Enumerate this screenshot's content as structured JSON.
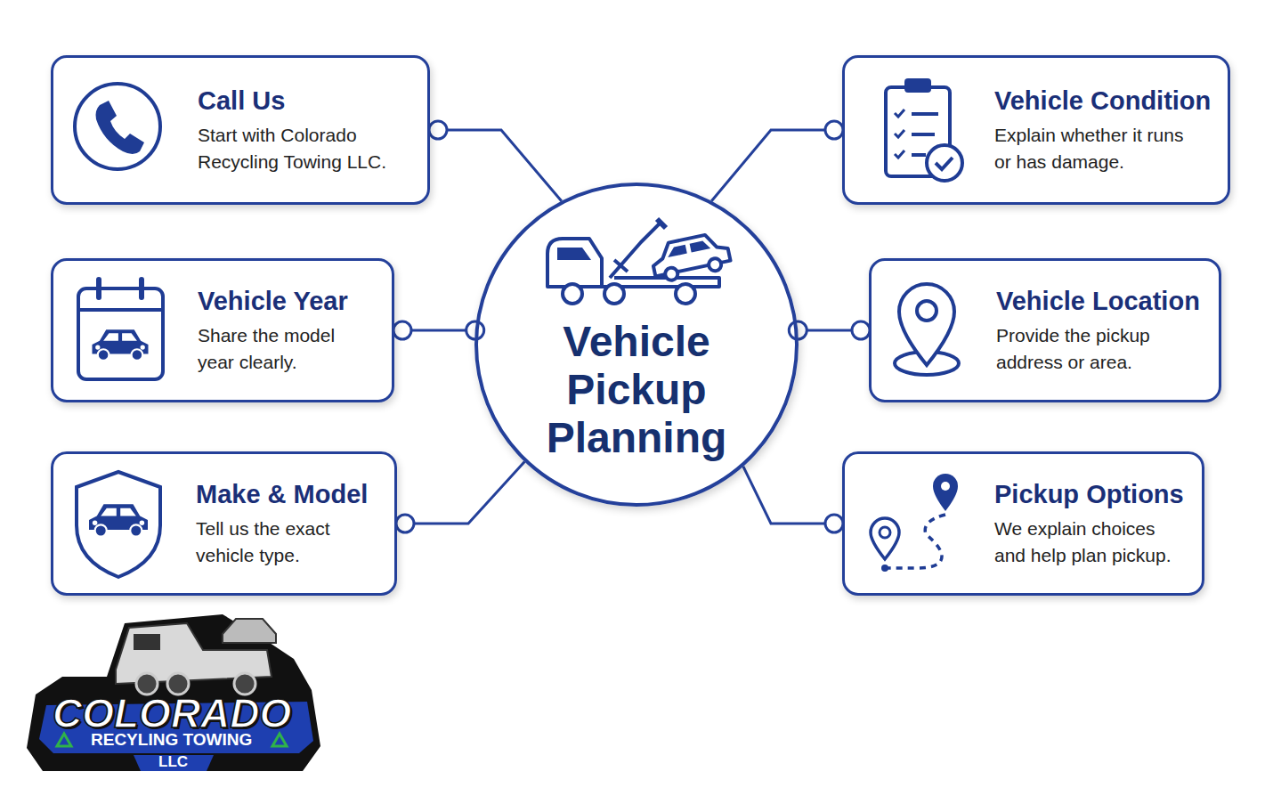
{
  "diagram": {
    "nodes": [
      {
        "text": [
          "Call Us",
          "Start with Colorado Recycling Towing LLC."
        ]
      },
      {
        "text": [
          "Vehicle Condition",
          "Explain whether it runs or has damage."
        ]
      },
      {
        "text": [
          "Vehicle Year",
          "Share the model year clearly."
        ]
      },
      {
        "text": [
          "Vehicle Pickup Planning"
        ]
      },
      {
        "text": [
          "Vehicle Location",
          "Provide the pickup address or area."
        ]
      },
      {
        "text": [
          "Make & Model",
          "Tell us the exact vehicle type."
        ]
      },
      {
        "text": [
          "Pickup Options",
          "We explain choices and help plan pickup."
        ]
      }
    ],
    "edges": [
      {
        "from": 0,
        "to": 3,
        "arrow": "none"
      },
      {
        "from": 1,
        "to": 3,
        "arrow": "none"
      },
      {
        "from": 2,
        "to": 3,
        "arrow": "none"
      },
      {
        "from": 4,
        "to": 3,
        "arrow": "none"
      },
      {
        "from": 5,
        "to": 3,
        "arrow": "none"
      },
      {
        "from": 6,
        "to": 3,
        "arrow": "none"
      }
    ],
    "labels": [
      "COLORADO",
      "RECYLING TOWING",
      "LLC"
    ]
  }
}
